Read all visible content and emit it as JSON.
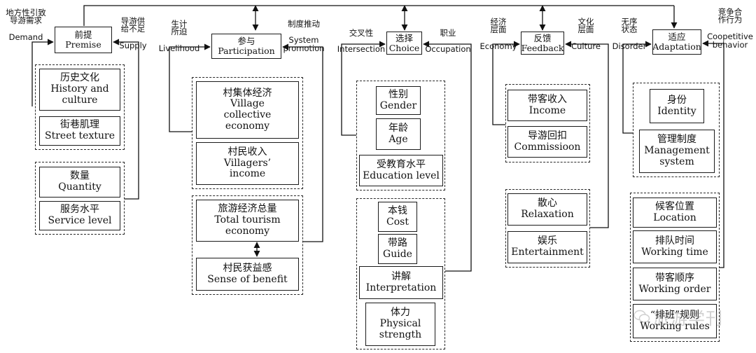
{
  "stages": {
    "premise": {
      "zh": "前提",
      "en": "Premise"
    },
    "participation": {
      "zh": "参与",
      "en": "Participation"
    },
    "choice": {
      "zh": "选择",
      "en": "Choice"
    },
    "feedback": {
      "zh": "反馈",
      "en": "Feedback"
    },
    "adaptation": {
      "zh": "适应",
      "en": "Adaptation"
    }
  },
  "factors": {
    "demand": {
      "zh": "地方性引致\n导游需求",
      "en": "Demand"
    },
    "supply": {
      "zh": "导游供\n给不足",
      "en": "Supply"
    },
    "livelihood": {
      "zh": "生计\n所迫",
      "en": "Livelihood"
    },
    "system": {
      "zh": "制度推动",
      "en": "System\npromotion"
    },
    "intersection": {
      "zh": "交叉性",
      "en": "Intersection"
    },
    "occupation": {
      "zh": "职业",
      "en": "Occupation"
    },
    "economy": {
      "zh": "经济\n层面",
      "en": "Economy"
    },
    "culture": {
      "zh": "文化\n层面",
      "en": "Culture"
    },
    "disorder": {
      "zh": "无序\n状态",
      "en": "Disorder"
    },
    "coopetitive": {
      "zh": "竞争合\n作行为",
      "en": "Coopetitive\nbehavior"
    }
  },
  "items": {
    "history": {
      "zh": "历史文化",
      "en": "History and\nculture"
    },
    "street": {
      "zh": "街巷肌理",
      "en": "Street texture"
    },
    "quantity": {
      "zh": "数量",
      "en": "Quantity"
    },
    "service": {
      "zh": "服务水平",
      "en": "Service level"
    },
    "village": {
      "zh": "村集体经济",
      "en": "Village\ncollective\neconomy"
    },
    "villagers": {
      "zh": "村民收入",
      "en": "Villagers’\nincome"
    },
    "tourism": {
      "zh": "旅游经济总量",
      "en": "Total tourism\neconomy"
    },
    "benefit": {
      "zh": "村民获益感",
      "en": "Sense of benefit"
    },
    "gender": {
      "zh": "性别",
      "en": "Gender"
    },
    "age": {
      "zh": "年龄",
      "en": "Age"
    },
    "education": {
      "zh": "受教育水平",
      "en": "Education level"
    },
    "cost": {
      "zh": "本钱",
      "en": "Cost"
    },
    "guide": {
      "zh": "带路",
      "en": "Guide"
    },
    "interpretation": {
      "zh": "讲解",
      "en": "Interpretation"
    },
    "physical": {
      "zh": "体力",
      "en": "Physical\nstrength"
    },
    "income": {
      "zh": "带客收入",
      "en": "Income"
    },
    "commission": {
      "zh": "导游回扣",
      "en": "Commissioon"
    },
    "relaxation": {
      "zh": "散心",
      "en": "Relaxation"
    },
    "entertainment": {
      "zh": "娱乐",
      "en": "Entertainment"
    },
    "identity": {
      "zh": "身份",
      "en": "Identity"
    },
    "management": {
      "zh": "管理制度",
      "en": "Management\nsystem"
    },
    "location": {
      "zh": "候客位置",
      "en": "Location"
    },
    "worktime": {
      "zh": "排队时间",
      "en": "Working time"
    },
    "workorder": {
      "zh": "带客顺序",
      "en": "Working order"
    },
    "workrules": {
      "zh": "“排班”规则",
      "en": "Working rules"
    }
  },
  "watermark": {
    "text": "旅游学刊",
    "icon": "wechat-icon"
  }
}
